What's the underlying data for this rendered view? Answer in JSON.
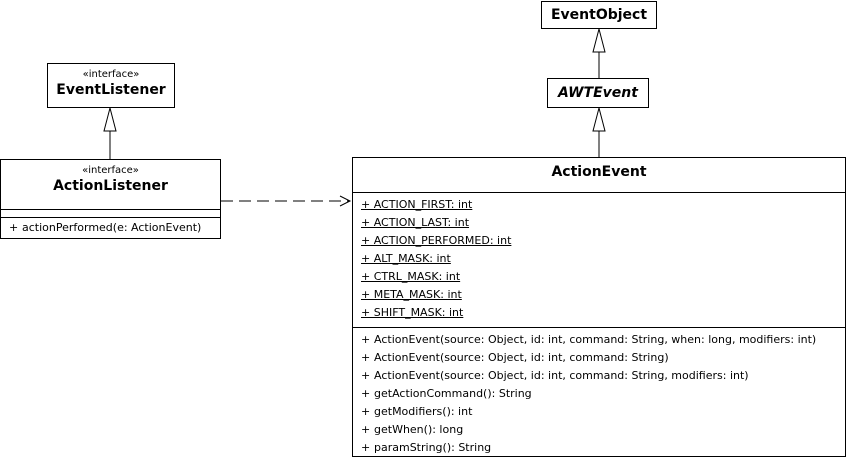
{
  "event_object": {
    "name": "EventObject"
  },
  "awt_event": {
    "name": "AWTEvent"
  },
  "event_listener": {
    "stereotype": "«interface»",
    "name": "EventListener"
  },
  "action_listener": {
    "stereotype": "«interface»",
    "name": "ActionListener",
    "operations": [
      {
        "vis": "+",
        "text": "actionPerformed(e: ActionEvent)"
      }
    ]
  },
  "action_event": {
    "name": "ActionEvent",
    "attributes": [
      "+ ACTION_FIRST: int",
      "+ ACTION_LAST: int",
      "+ ACTION_PERFORMED: int",
      "+ ALT_MASK: int",
      "+ CTRL_MASK: int",
      "+ META_MASK: int",
      "+ SHIFT_MASK: int"
    ],
    "operations": [
      {
        "vis": "+",
        "text": "ActionEvent(source: Object, id: int, command: String, when: long, modifiers: int)"
      },
      {
        "vis": "+",
        "text": "ActionEvent(source: Object, id: int, command: String)"
      },
      {
        "vis": "+",
        "text": "ActionEvent(source: Object, id: int, command: String, modifiers: int)"
      },
      {
        "vis": "+",
        "text": "getActionCommand(): String"
      },
      {
        "vis": "+",
        "text": "getModifiers(): int"
      },
      {
        "vis": "+",
        "text": "getWhen(): long"
      },
      {
        "vis": "+",
        "text": "paramString(): String"
      }
    ]
  }
}
